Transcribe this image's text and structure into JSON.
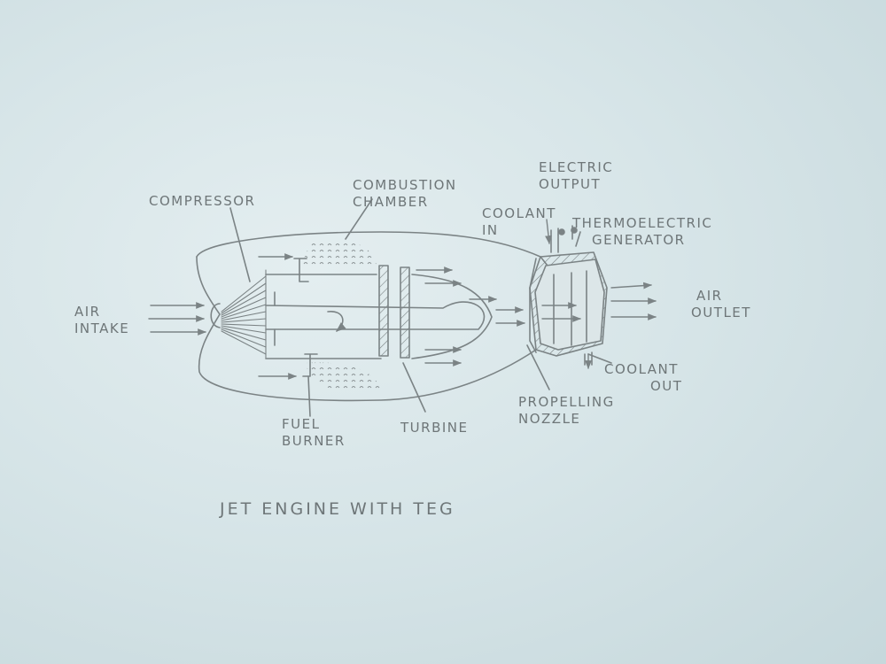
{
  "diagram": {
    "title": "JET ENGINE WITH TEG",
    "labels": {
      "air_intake": [
        "AIR",
        "INTAKE"
      ],
      "compressor": "COMPRESSOR",
      "combustion_chamber": [
        "COMBUSTION",
        "CHAMBER"
      ],
      "fuel_burner": [
        "FUEL",
        "BURNER"
      ],
      "turbine": "TURBINE",
      "propelling_nozzle": [
        "PROPELLING",
        "NOZZLE"
      ],
      "electric_output": [
        "ELECTRIC",
        "OUTPUT"
      ],
      "coolant_in": [
        "COOLANT",
        "IN"
      ],
      "thermoelectric_generator": [
        "THERMOELECTRIC",
        "GENERATOR"
      ],
      "air_outlet": [
        "AIR",
        "OUTLET"
      ],
      "coolant_out": [
        "COOLANT",
        "OUT"
      ]
    },
    "colors": {
      "ink": "#6e7678",
      "paper": "#dce8ea"
    }
  }
}
